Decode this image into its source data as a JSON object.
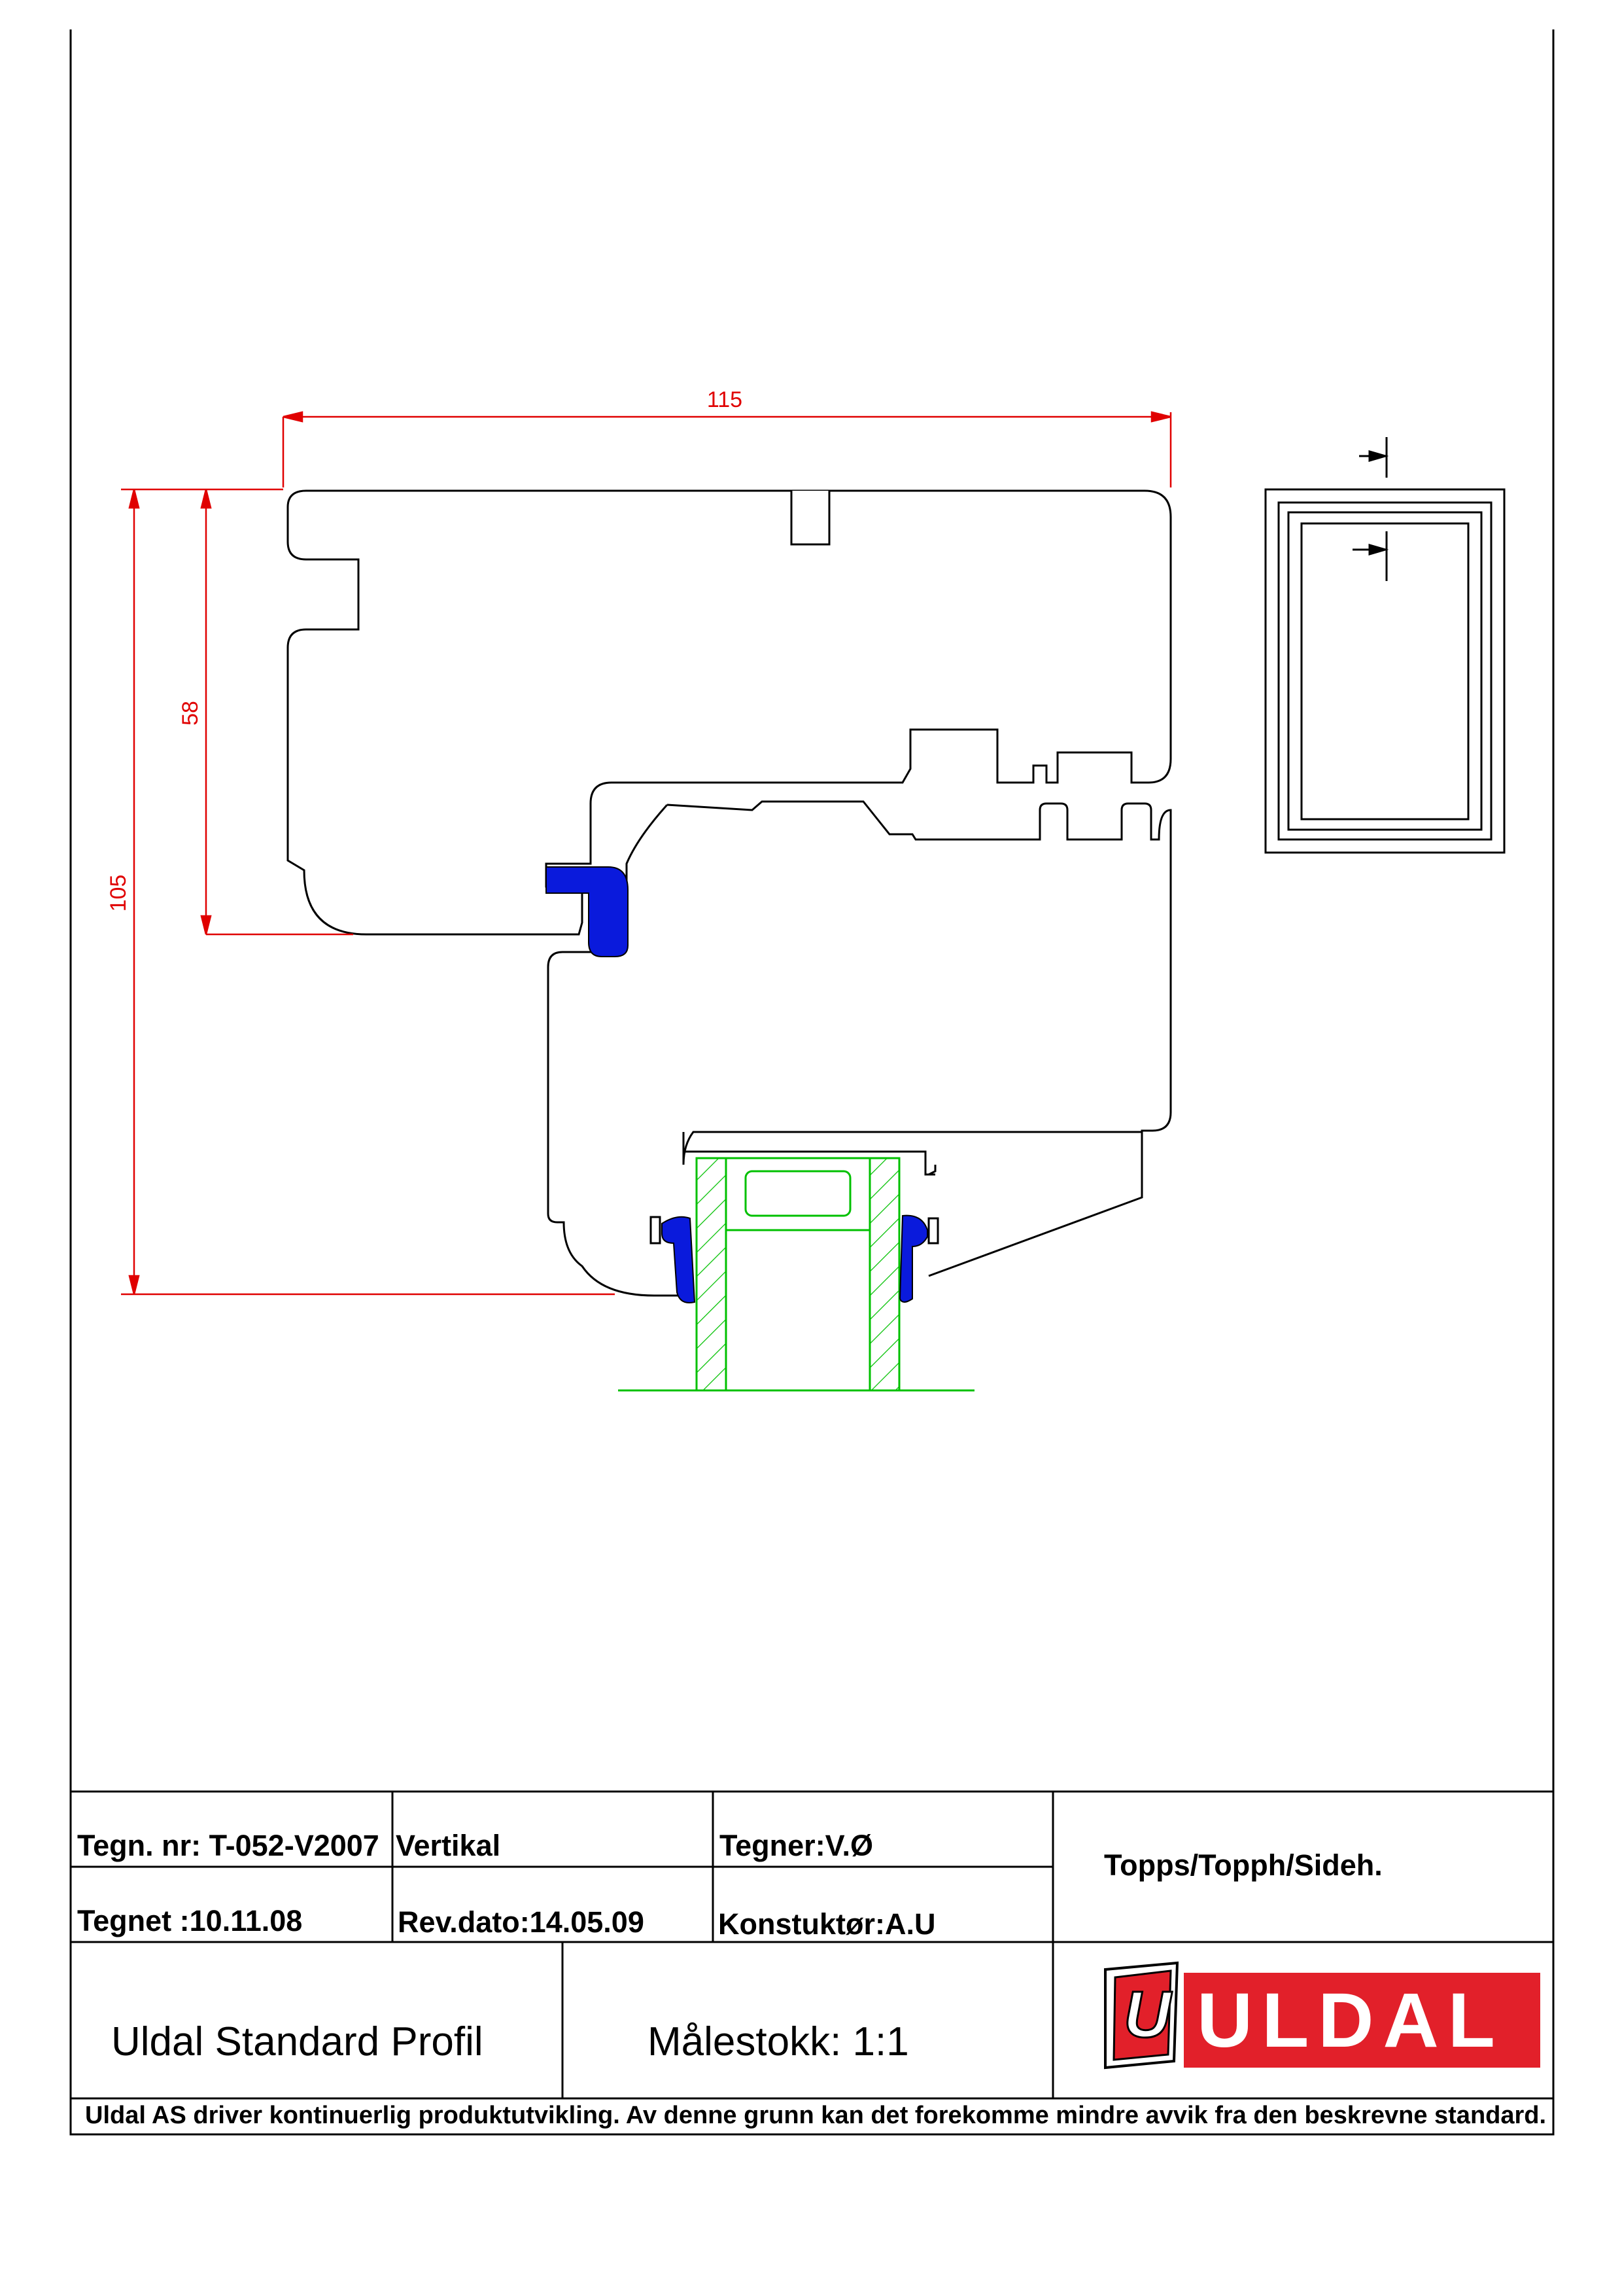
{
  "dimensions": {
    "width": "115",
    "height_inner": "58",
    "height_total": "105"
  },
  "title_block": {
    "drawing_number": "Tegn. nr: T-052-V2007",
    "orientation": "Vertikal",
    "drawn_by": "Tegner:V.Ø",
    "position": "Topps/Topph/Sideh.",
    "drawn_date": "Tegnet :10.11.08",
    "revision_date": "Rev.dato:14.05.09",
    "designer": "Konstuktør:A.U",
    "profile_name": "Uldal Standard Profil",
    "scale": "Målestokk: 1:1",
    "logo_text": "ULDAL",
    "logo_mark": "U",
    "disclaimer": "Uldal AS driver kontinuerlig produktutvikling. Av denne grunn kan det forekomme mindre avvik fra den beskrevne standard."
  },
  "colors": {
    "dimension": "#e00000",
    "seal": "#0a1adc",
    "glazing": "#00c000",
    "outline": "#000000",
    "logo_red": "#e2202a"
  }
}
